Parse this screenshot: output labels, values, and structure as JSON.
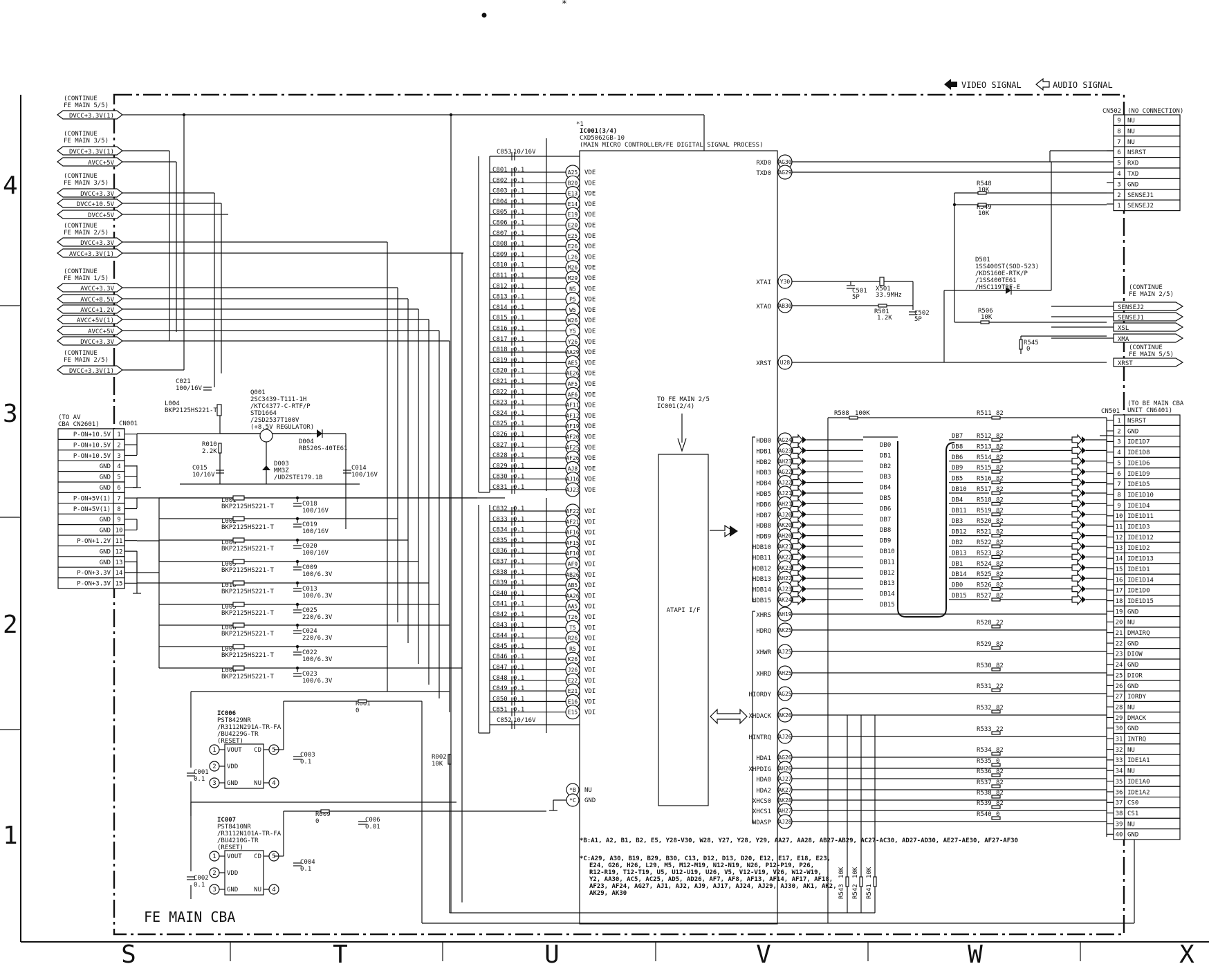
{
  "header": {
    "star_mark": "*",
    "video_signal": "VIDEO SIGNAL",
    "audio_signal": "AUDIO SIGNAL"
  },
  "board_name": "FE MAIN CBA",
  "grid": {
    "rows": [
      "4",
      "3",
      "2",
      "1"
    ],
    "cols": [
      "S",
      "T",
      "U",
      "V",
      "W",
      "X"
    ]
  },
  "left_groups": [
    {
      "ref": "(CONTINUE",
      "ref2": "FE MAIN 5/5)",
      "nets": [
        "DVCC+3.3V(1)"
      ]
    },
    {
      "ref": "(CONTINUE",
      "ref2": "FE MAIN 3/5)",
      "nets": [
        "DVCC+3.3V(1)",
        "AVCC+5V"
      ]
    },
    {
      "ref": "(CONTINUE",
      "ref2": "FE MAIN 3/5)",
      "nets": [
        "DVCC+3.3V",
        "DVCC+10.5V",
        "DVCC+5V"
      ]
    },
    {
      "ref": "(CONTINUE",
      "ref2": "FE MAIN 2/5)",
      "nets": [
        "DVCC+3.3V",
        "AVCC+3.3V(1)"
      ]
    },
    {
      "ref": "(CONTINUE",
      "ref2": "FE MAIN 1/5)",
      "nets": [
        "AVCC+3.3V",
        "AVCC+8.5V",
        "AVCC+1.2V",
        "AVCC+5V(1)",
        "AVCC+5V",
        "DVCC+3.3V"
      ]
    },
    {
      "ref": "(CONTINUE",
      "ref2": "FE MAIN 2/5)",
      "nets": [
        "DVCC+3.3V(1)"
      ]
    }
  ],
  "cn001": {
    "ref": "CN001",
    "src1": "(TO AV",
    "src2": "CBA CN2601)",
    "pins": [
      [
        "P-ON+10.5V",
        "1"
      ],
      [
        "P-ON+10.5V",
        "2"
      ],
      [
        "P-ON+10.5V",
        "3"
      ],
      [
        "GND",
        "4"
      ],
      [
        "GND",
        "5"
      ],
      [
        "GND",
        "6"
      ],
      [
        "P-ON+5V(1)",
        "7"
      ],
      [
        "P-ON+5V(1)",
        "8"
      ],
      [
        "GND",
        "9"
      ],
      [
        "GND",
        "10"
      ],
      [
        "P-ON+1.2V",
        "11"
      ],
      [
        "GND",
        "12"
      ],
      [
        "GND",
        "13"
      ],
      [
        "P-ON+3.3V",
        "14"
      ],
      [
        "P-ON+3.3V",
        "15"
      ]
    ]
  },
  "parts": {
    "c021": [
      "C021",
      "100/16V"
    ],
    "l004": [
      "L004",
      "BKP2125HS221-T"
    ],
    "q001": [
      "Q001",
      "2SC3439-T111-1H",
      "/KTC4377-C-RTF/P",
      "STD1664",
      "/2SD2537T100V",
      "(+8.5V REGULATOR)"
    ],
    "r010": [
      "R010",
      "2.2K"
    ],
    "d004": [
      "D004",
      "RB520S-40TE61"
    ],
    "d003": [
      "D003",
      "MM3Z",
      "/UDZSTE179.1B"
    ],
    "c015": [
      "C015",
      "10/16V"
    ],
    "c014": [
      "C014",
      "100/16V"
    ]
  },
  "coils": [
    {
      "l": [
        "L001",
        "BKP2125HS221-T"
      ],
      "c": [
        "C018",
        "100/16V"
      ]
    },
    {
      "l": [
        "L002",
        "BKP2125HS221-T"
      ],
      "c": [
        "C019",
        "100/16V"
      ]
    },
    {
      "l": [
        "L003",
        "BKP2125HS221-T"
      ],
      "c": [
        "C020",
        "100/16V"
      ]
    },
    {
      "l": [
        "L009",
        "BKP2125HS221-T"
      ],
      "c": [
        "C009",
        "100/6.3V"
      ]
    },
    {
      "l": [
        "L010",
        "BKP2125HS221-T"
      ],
      "c": [
        "C013",
        "100/6.3V"
      ]
    },
    {
      "l": [
        "L005",
        "BKP2125HS221-T"
      ],
      "c": [
        "C025",
        "220/6.3V"
      ]
    },
    {
      "l": [
        "L006",
        "BKP2125HS221-T"
      ],
      "c": [
        "C024",
        "220/6.3V"
      ]
    },
    {
      "l": [
        "L007",
        "BKP2125HS221-T"
      ],
      "c": [
        "C022",
        "100/6.3V"
      ]
    },
    {
      "l": [
        "L008",
        "BKP2125HS221-T"
      ],
      "c": [
        "C023",
        "100/6.3V"
      ]
    }
  ],
  "ic006": {
    "ref": "IC006",
    "lines": [
      "PST8429NR",
      "/R3112N291A-TR-FA",
      "/BU4229G-TR",
      "(RESET)"
    ],
    "c001": [
      "C001",
      "0.1"
    ],
    "c003": [
      "C003",
      "0.1"
    ],
    "r001": [
      "R001",
      "0"
    ],
    "r002": [
      "R002",
      "10K"
    ]
  },
  "ic007": {
    "ref": "IC007",
    "lines": [
      "PST8410NR",
      "/R3112N101A-TR-FA",
      "/BU4210G-TR",
      "(RESET)"
    ],
    "c002": [
      "C002",
      "0.1"
    ],
    "c004": [
      "C004",
      "0.1"
    ],
    "r009": [
      "R009",
      "0"
    ],
    "c006": [
      "C006",
      "0.01"
    ]
  },
  "reset_pins": [
    [
      "1",
      "VOUT"
    ],
    [
      "2",
      "VDD"
    ],
    [
      "3",
      "GND"
    ],
    [
      "5",
      "CD"
    ],
    [
      "4",
      "NU"
    ]
  ],
  "main_ic": {
    "star": "*1",
    "ref": "IC001(3/4)",
    "part": "CXD5062GB-10",
    "desc": "(MAIN MICRO CONTROLLER/FE DIGITAL SIGNAL PROCESS)",
    "c853": [
      "C853",
      "10/16V"
    ],
    "c852": [
      "C852",
      "10/16V"
    ],
    "vde": [
      [
        "C801",
        "0.1",
        "A25"
      ],
      [
        "C802",
        "0.1",
        "B20"
      ],
      [
        "C803",
        "0.1",
        "E13"
      ],
      [
        "C804",
        "0.1",
        "E14"
      ],
      [
        "C805",
        "0.1",
        "E19"
      ],
      [
        "C806",
        "0.1",
        "E20"
      ],
      [
        "C807",
        "0.1",
        "E25"
      ],
      [
        "C808",
        "0.1",
        "E26"
      ],
      [
        "C809",
        "0.1",
        "L26"
      ],
      [
        "C810",
        "0.1",
        "M26"
      ],
      [
        "C811",
        "0.1",
        "M29"
      ],
      [
        "C812",
        "0.1",
        "N5"
      ],
      [
        "C813",
        "0.1",
        "P5"
      ],
      [
        "C814",
        "0.1",
        "W5"
      ],
      [
        "C815",
        "0.1",
        "W26"
      ],
      [
        "C816",
        "0.1",
        "Y5"
      ],
      [
        "C817",
        "0.1",
        "Y26"
      ],
      [
        "C818",
        "0.1",
        "AA29"
      ],
      [
        "C819",
        "0.1",
        "AE5"
      ],
      [
        "C820",
        "0.1",
        "AE26"
      ],
      [
        "C821",
        "0.1",
        "AF5"
      ],
      [
        "C822",
        "0.1",
        "AF6"
      ],
      [
        "C823",
        "0.1",
        "AF11"
      ],
      [
        "C824",
        "0.1",
        "AF12"
      ],
      [
        "C825",
        "0.1",
        "AF19"
      ],
      [
        "C826",
        "0.1",
        "AF20"
      ],
      [
        "C827",
        "0.1",
        "AF25"
      ],
      [
        "C828",
        "0.1",
        "AF26"
      ],
      [
        "C829",
        "0.1",
        "AJ8"
      ],
      [
        "C830",
        "0.1",
        "AJ16"
      ],
      [
        "C831",
        "0.1",
        "AJ23"
      ]
    ],
    "vdi": [
      [
        "C832",
        "0.1",
        "AF22"
      ],
      [
        "C833",
        "0.1",
        "AF21"
      ],
      [
        "C834",
        "0.1",
        "AF16"
      ],
      [
        "C835",
        "0.1",
        "AF15"
      ],
      [
        "C836",
        "0.1",
        "AF10"
      ],
      [
        "C837",
        "0.1",
        "AF9"
      ],
      [
        "C838",
        "0.1",
        "AB26"
      ],
      [
        "C839",
        "0.1",
        "AB5"
      ],
      [
        "C840",
        "0.1",
        "AA26"
      ],
      [
        "C841",
        "0.1",
        "AA5"
      ],
      [
        "C842",
        "0.1",
        "T26"
      ],
      [
        "C843",
        "0.1",
        "T5"
      ],
      [
        "C844",
        "0.1",
        "R26"
      ],
      [
        "C845",
        "0.1",
        "R5"
      ],
      [
        "C846",
        "0.1",
        "K26"
      ],
      [
        "C847",
        "0.1",
        "J26"
      ],
      [
        "C848",
        "0.1",
        "E22"
      ],
      [
        "C849",
        "0.1",
        "E21"
      ],
      [
        "C850",
        "0.1",
        "E16"
      ],
      [
        "C851",
        "0.1",
        "E15"
      ]
    ],
    "vde_label": "VDE",
    "vdi_label": "VDI",
    "bottom_pins": [
      [
        "*B",
        "NU"
      ],
      [
        "*C",
        "GND"
      ]
    ],
    "right_pins": [
      [
        "RXD0",
        "AG30"
      ],
      [
        "TXD0",
        "AG29"
      ],
      [
        "XTAI",
        "Y30"
      ],
      [
        "XTAO",
        "AB30"
      ],
      [
        "XRST",
        "U28"
      ]
    ],
    "hdb": [
      [
        "HDB0",
        "AG24"
      ],
      [
        "HDB1",
        "AG23"
      ],
      [
        "HDB2",
        "AH23"
      ],
      [
        "HDB3",
        "AG22"
      ],
      [
        "HDB4",
        "AJ22"
      ],
      [
        "HDB5",
        "AJ21"
      ],
      [
        "HDB6",
        "AH21"
      ],
      [
        "HDB7",
        "AJ20"
      ],
      [
        "HDB8",
        "AK20"
      ],
      [
        "HDB9",
        "AH20"
      ],
      [
        "HDB10",
        "AK21"
      ],
      [
        "HDB11",
        "AK22"
      ],
      [
        "HDB12",
        "AK23"
      ],
      [
        "HDB13",
        "AH22"
      ],
      [
        "HDB14",
        "AJ23"
      ],
      [
        "HDB15",
        "AK24"
      ]
    ],
    "ctl": [
      [
        "XHRS",
        "AH19"
      ],
      [
        "HDRQ",
        "AK25"
      ],
      [
        "XHWR",
        "AJ25"
      ],
      [
        "XHRD",
        "AH25"
      ],
      [
        "HIORDY",
        "AG25"
      ],
      [
        "XHDACK",
        "AK26"
      ],
      [
        "HINTRQ",
        "AJ26"
      ],
      [
        "HDA1",
        "AG26"
      ],
      [
        "XHPDIG",
        "AH26"
      ],
      [
        "HDA0",
        "AJ27"
      ],
      [
        "HDA2",
        "AK27"
      ],
      [
        "XHCS0",
        "AK28"
      ],
      [
        "XHCS1",
        "AH27"
      ],
      [
        "HDASP",
        "AJ28"
      ]
    ],
    "atapi": "ATAPI I/F",
    "to_fe1": "TO FE MAIN 2/5",
    "to_fe2": "IC001(2/4)",
    "note_b": "*B:A1, A2, B1, B2, E5, Y28-V30, W28, Y27, Y28, Y29, AA27, AA28, AB27-AB29, AC27-AC30, AD27-AD30, AE27-AE30, AF27-AF30",
    "note_c1": "*C:A29, A30, B19, B29, B30, C13, D12, D13, D20, E12, E17, E18, E23,",
    "note_c2": "E24, G26, H26, L29, M5, M12-M19, N12-N19, N26, P12-P19, P26,",
    "note_c3": "R12-R19, T12-T19, U5, U12-U19, U26, V5, V12-V19, V26, W12-W19,",
    "note_c4": "Y2, AA30, AC5, AC25, AD5, AD26, AF7, AF8, AF13, AF14, AF17, AF18,",
    "note_c5": "AF23, AF24, AG27, AJ1, AJ2, AJ9, AJ17, AJ24, AJ29, AJ30, AK1, AK2,",
    "note_c6": "AK29, AK30"
  },
  "db_in": [
    "DB0",
    "DB1",
    "DB2",
    "DB3",
    "DB4",
    "DB5",
    "DB6",
    "DB7",
    "DB8",
    "DB9",
    "DB10",
    "DB11",
    "DB12",
    "DB13",
    "DB14",
    "DB15"
  ],
  "db_out": [
    "DB7",
    "DB8",
    "DB6",
    "DB9",
    "DB5",
    "DB10",
    "DB4",
    "DB11",
    "DB3",
    "DB12",
    "DB2",
    "DB13",
    "DB1",
    "DB14",
    "DB0",
    "DB15"
  ],
  "r_db": [
    [
      "R512",
      "82"
    ],
    [
      "R513",
      "82"
    ],
    [
      "R514",
      "82"
    ],
    [
      "R515",
      "82"
    ],
    [
      "R516",
      "82"
    ],
    [
      "R517",
      "82"
    ],
    [
      "R518",
      "82"
    ],
    [
      "R519",
      "82"
    ],
    [
      "R520",
      "82"
    ],
    [
      "R521",
      "82"
    ],
    [
      "R522",
      "82"
    ],
    [
      "R523",
      "82"
    ],
    [
      "R524",
      "82"
    ],
    [
      "R525",
      "82"
    ],
    [
      "R526",
      "82"
    ],
    [
      "R527",
      "82"
    ]
  ],
  "r_ctl": [
    [
      "R528",
      "22"
    ],
    [
      "R529",
      "82"
    ],
    [
      "R530",
      "82"
    ],
    [
      "R531",
      "22"
    ],
    [
      "R532",
      "82"
    ],
    [
      "R533",
      "22"
    ],
    [
      "R534",
      "82"
    ],
    [
      "R535",
      "0"
    ],
    [
      "R536",
      "82"
    ],
    [
      "R537",
      "82"
    ],
    [
      "R538",
      "82"
    ],
    [
      "R539",
      "82"
    ],
    [
      "R540",
      "0"
    ]
  ],
  "misc": {
    "r508": [
      "R508",
      "100K"
    ],
    "r511": [
      "R511",
      "82"
    ],
    "r548": [
      "R548",
      "10K"
    ],
    "r549": [
      "R549",
      "10K"
    ],
    "c501": [
      "C501",
      "5P"
    ],
    "x501": [
      "X501",
      "33.9MHz"
    ],
    "r501": [
      "R501",
      "1.2K"
    ],
    "c502": [
      "C502",
      "5P"
    ],
    "r506": [
      "R506",
      "10K"
    ],
    "r545": [
      "R545",
      "0"
    ],
    "d501": [
      "D501",
      "1SS400ST(SOD-523)",
      "/KDS160E-RTK/P",
      "/1SS400TE61",
      "/HSC119TRF-E"
    ],
    "r543": [
      "R543",
      "10K"
    ],
    "r542": [
      "R542",
      "10K"
    ],
    "r541": [
      "R541",
      "10K"
    ]
  },
  "cn502": {
    "ref": "CN502",
    "note": "(NO CONNECTION)",
    "pins": [
      [
        "9",
        "NU"
      ],
      [
        "8",
        "NU"
      ],
      [
        "7",
        "NU"
      ],
      [
        "6",
        "NSRST"
      ],
      [
        "5",
        "RXD"
      ],
      [
        "4",
        "TXD"
      ],
      [
        "3",
        "GND"
      ],
      [
        "2",
        "SENSEJ1"
      ],
      [
        "1",
        "SENSEJ2"
      ]
    ]
  },
  "right_connectors": {
    "c1": "(CONTINUE",
    "c2": "FE MAIN 2/5)",
    "nets": [
      "SENSEJ2",
      "SENSEJ1",
      "XSL",
      "XMA"
    ],
    "c3": "(CONTINUE",
    "c4": "FE MAIN 5/5)",
    "net2": "XRST"
  },
  "cn501": {
    "ref": "CN501",
    "note1": "(TO BE MAIN CBA",
    "note2": "UNIT CN6401)",
    "pins": [
      [
        "1",
        "NSRST"
      ],
      [
        "2",
        "GND"
      ],
      [
        "3",
        "IDE1D7"
      ],
      [
        "4",
        "IDE1D8"
      ],
      [
        "5",
        "IDE1D6"
      ],
      [
        "6",
        "IDE1D9"
      ],
      [
        "7",
        "IDE1D5"
      ],
      [
        "8",
        "IDE1D10"
      ],
      [
        "9",
        "IDE1D4"
      ],
      [
        "10",
        "IDE1D11"
      ],
      [
        "11",
        "IDE1D3"
      ],
      [
        "12",
        "IDE1D12"
      ],
      [
        "13",
        "IDE1D2"
      ],
      [
        "14",
        "IDE1D13"
      ],
      [
        "15",
        "IDE1D1"
      ],
      [
        "16",
        "IDE1D14"
      ],
      [
        "17",
        "IDE1D0"
      ],
      [
        "18",
        "IDE1D15"
      ],
      [
        "19",
        "GND"
      ],
      [
        "20",
        "NU"
      ],
      [
        "21",
        "DMAIRQ"
      ],
      [
        "22",
        "GND"
      ],
      [
        "23",
        "DIOW"
      ],
      [
        "24",
        "GND"
      ],
      [
        "25",
        "DIOR"
      ],
      [
        "26",
        "GND"
      ],
      [
        "27",
        "IORDY"
      ],
      [
        "28",
        "NU"
      ],
      [
        "29",
        "DMACK"
      ],
      [
        "30",
        "GND"
      ],
      [
        "31",
        "INTRQ"
      ],
      [
        "32",
        "NU"
      ],
      [
        "33",
        "IDE1A1"
      ],
      [
        "34",
        "NU"
      ],
      [
        "35",
        "IDE1A0"
      ],
      [
        "36",
        "IDE1A2"
      ],
      [
        "37",
        "CS0"
      ],
      [
        "38",
        "CS1"
      ],
      [
        "39",
        "NU"
      ],
      [
        "40",
        "GND"
      ]
    ]
  }
}
